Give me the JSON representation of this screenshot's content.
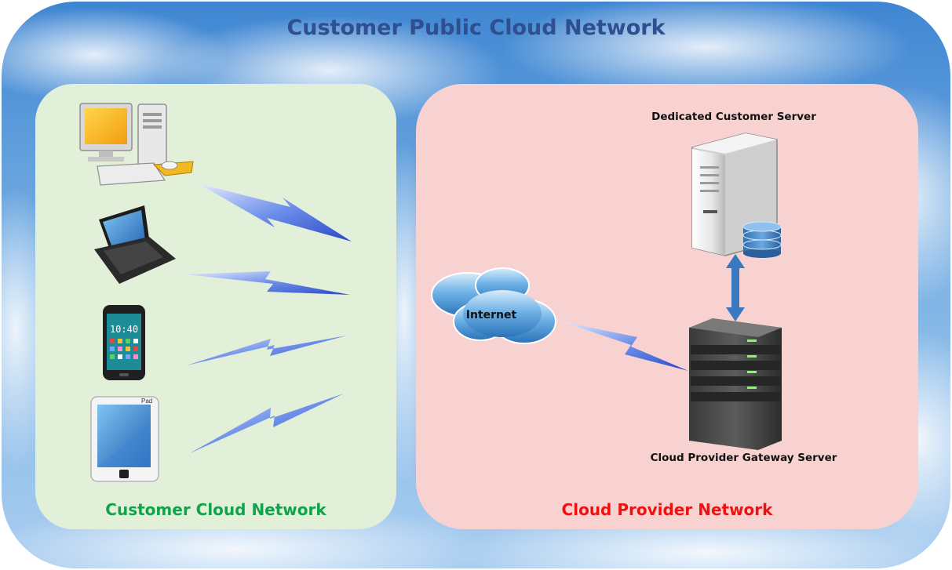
{
  "diagram": {
    "title": "Customer Public Cloud Network",
    "customer_panel": {
      "label": "Customer Cloud Network",
      "devices": [
        {
          "icon": "desktop-computer-icon"
        },
        {
          "icon": "laptop-icon"
        },
        {
          "icon": "smartphone-icon",
          "clock": "10:40"
        },
        {
          "icon": "tablet-icon",
          "brand": "Pad"
        }
      ]
    },
    "provider_panel": {
      "label": "Cloud Provider Network",
      "internet_label": "Internet",
      "dedicated_server_label": "Dedicated Customer Server",
      "gateway_server_label": "Cloud Provider Gateway Server"
    },
    "colors": {
      "sky": "#5f9fd8",
      "customer_panel": "#e2efd9",
      "provider_panel": "#f8d2d0",
      "title": "#2f4f8f",
      "customer_label": "#12a34a",
      "provider_label": "#ee1111",
      "link": "#3a6fd8",
      "arrow": "#3a78c0"
    }
  }
}
